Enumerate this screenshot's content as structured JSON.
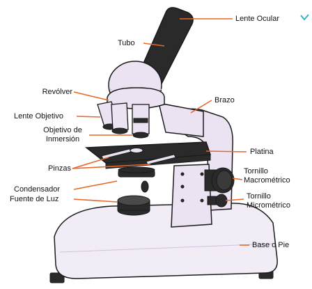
{
  "colors": {
    "leader_line": "#e8672a",
    "body_fill": "#ebe3f2",
    "body_shade": "#cfc3dd",
    "outline": "#1a1a1a",
    "dark_part": "#2a2a2a",
    "base_fill": "#f1ecf5",
    "corner_mark": "#3ab0c8"
  },
  "labels": {
    "lente_ocular": "Lente Ocular",
    "tubo": "Tubo",
    "revolver": "Revólver",
    "brazo": "Brazo",
    "lente_objetivo": "Lente Objetivo",
    "objetivo_inmersion_1": "Objetivo de",
    "objetivo_inmersion_2": "Inmersión",
    "platina": "Platina",
    "pinzas": "Pinzas",
    "tornillo_macro_1": "Tornillo",
    "tornillo_macro_2": "Macrométrico",
    "condensador": "Condensador",
    "tornillo_micro_1": "Tornillo",
    "tornillo_micro_2": "Micrométrico",
    "fuente_luz": "Fuente de Luz",
    "base_pie": "Base o Pie"
  }
}
